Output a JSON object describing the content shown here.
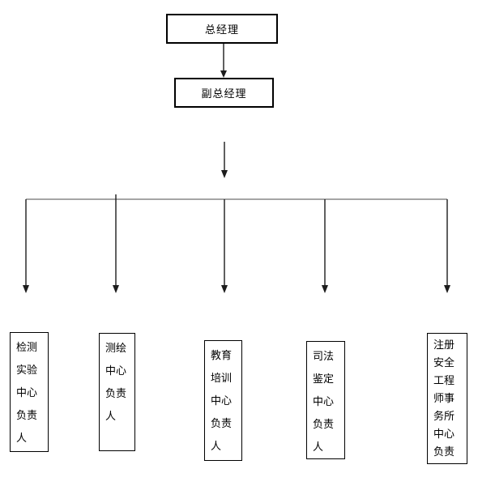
{
  "diagram": {
    "type": "org-chart",
    "nodes": {
      "general_manager": {
        "label": "总经理"
      },
      "deputy_general_manager": {
        "label": "副总经理"
      },
      "centers": [
        {
          "label": "检测\n实验\n中心\n负责\n人"
        },
        {
          "label": "测绘\n中心\n负责\n人"
        },
        {
          "label": "教育\n培训\n中心\n负责\n人"
        },
        {
          "label": "司法\n鉴定\n中心\n负责\n人"
        },
        {
          "label": "注册\n安全\n工程\n师事\n务所\n中心\n负责"
        }
      ]
    },
    "edges": [
      "general_manager -> deputy_general_manager",
      "deputy_general_manager -> rail",
      "rail -> centers.0",
      "rail -> centers.1",
      "rail -> centers.2",
      "rail -> centers.3",
      "rail -> centers.4"
    ]
  },
  "colors": {
    "background": "#ffffff",
    "text": "#000000",
    "box_border": "#000000",
    "line": "#1c1c1c",
    "rail": "#6f6f6f"
  }
}
